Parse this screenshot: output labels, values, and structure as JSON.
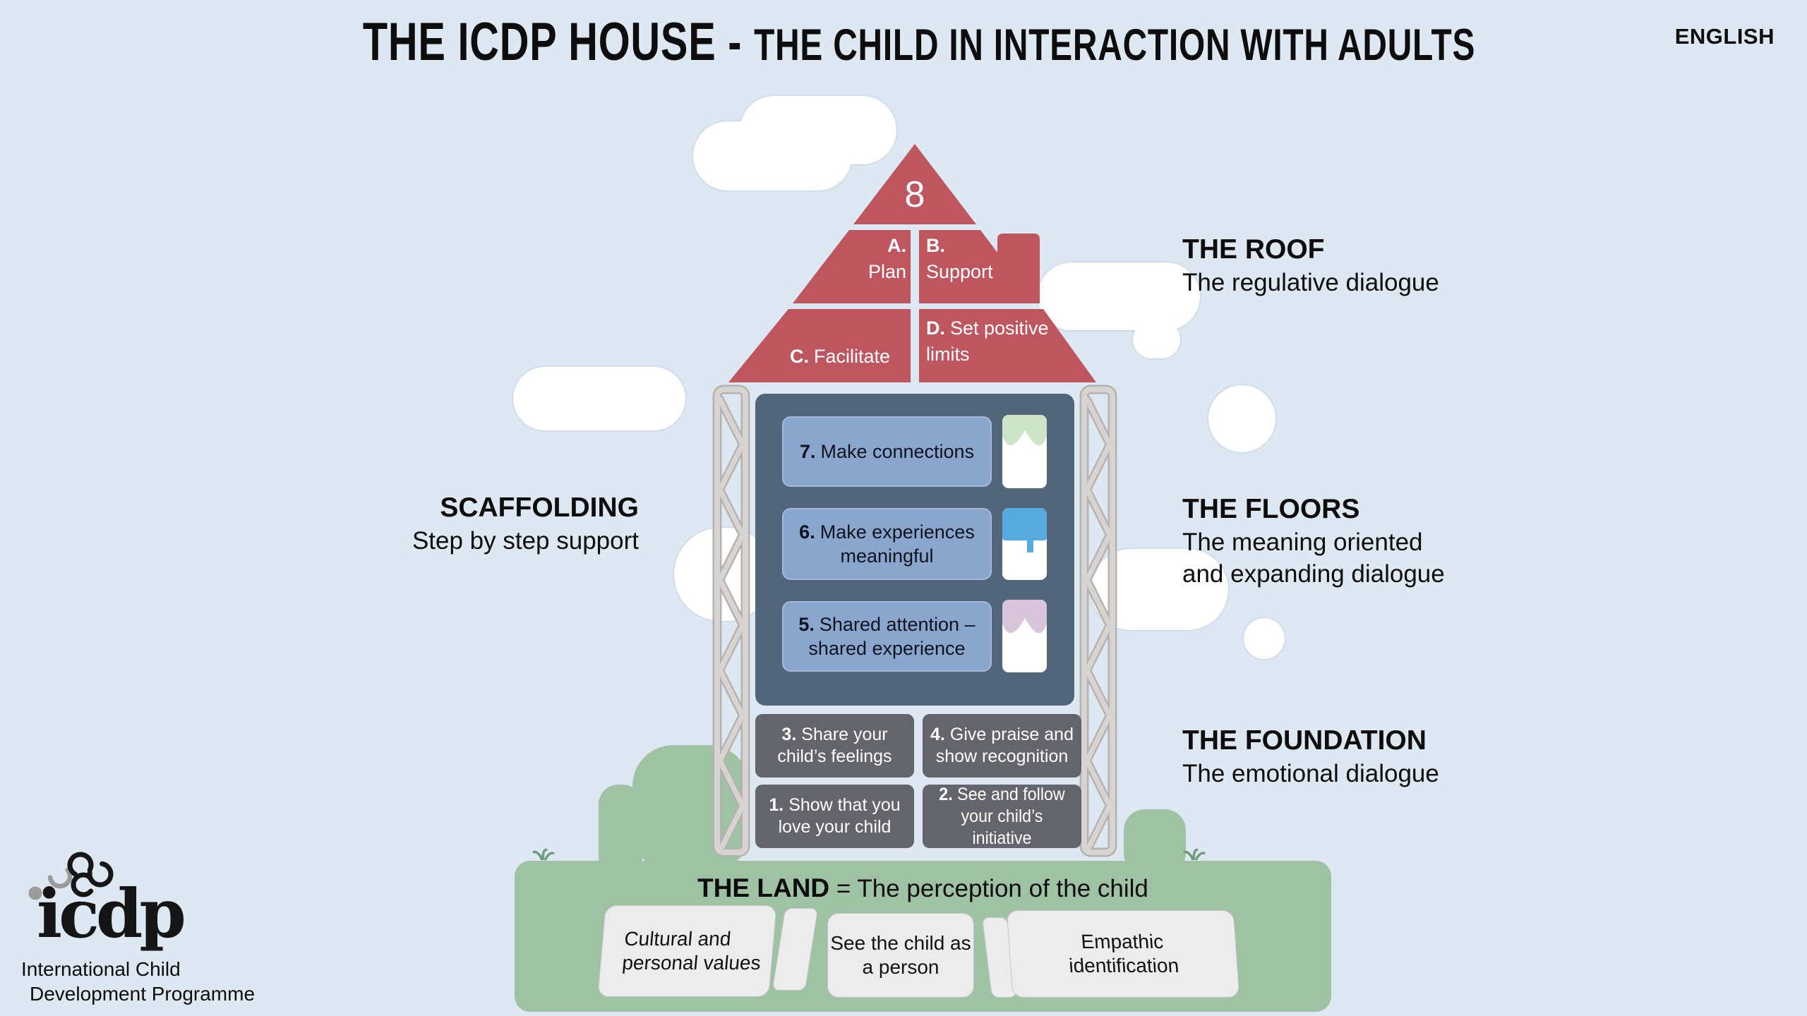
{
  "title": {
    "part1": "THE ICDP HOUSE - ",
    "part2": "THE CHILD IN INTERACTION WITH ADULTS"
  },
  "language_label": "ENGLISH",
  "roof": {
    "number": "8",
    "a_label": "A.",
    "a_text": "Plan",
    "b_label": "B.",
    "b_text": "Support",
    "c_label": "C.",
    "c_text": "Facilitate",
    "d_label": "D.",
    "d_text": "Set positive limits",
    "side_heading": "THE ROOF",
    "side_text": "The regulative dialogue"
  },
  "floors": {
    "items": [
      {
        "num": "7.",
        "text": "Make connections"
      },
      {
        "num": "6.",
        "text": "Make experiences meaningful"
      },
      {
        "num": "5.",
        "text": "Shared attention – shared experience"
      }
    ],
    "side_heading": "THE FLOORS",
    "side_line1": "The meaning oriented",
    "side_line2": "and expanding dialogue"
  },
  "foundation": {
    "items": [
      {
        "num": "3.",
        "text": "Share your child’s feelings"
      },
      {
        "num": "4.",
        "text": "Give praise and show recognition"
      },
      {
        "num": "1.",
        "text": "Show that you love your child"
      },
      {
        "num": "2.",
        "text": "See and follow your child’s initiative"
      }
    ],
    "side_heading": "THE FOUNDATION",
    "side_text": "The emotional dialogue"
  },
  "scaffolding": {
    "heading": "SCAFFOLDING",
    "text": "Step by step support"
  },
  "land": {
    "heading": "THE LAND",
    "text": " = The perception of the child",
    "boxes": [
      "Cultural and personal values",
      "See the child as a person",
      "Empathic identification"
    ]
  },
  "logo": {
    "wordmark": "icdp",
    "line1": "International Child",
    "line2": "Development Programme"
  },
  "colors": {
    "background": "#dde8f3",
    "roof_red": "#bd565f",
    "house_body": "#51657b",
    "floor_blue": "#8ba6cd",
    "foundation_gray": "#64656c",
    "scaffold_gray": "#d7d4d1",
    "land_green": "#9fc2a5",
    "panel_gray": "#ececec",
    "window_green": "#cde4c9",
    "window_blue": "#58a9de",
    "window_pink": "#d9c5d9",
    "cloud_white": "#ffffff"
  }
}
